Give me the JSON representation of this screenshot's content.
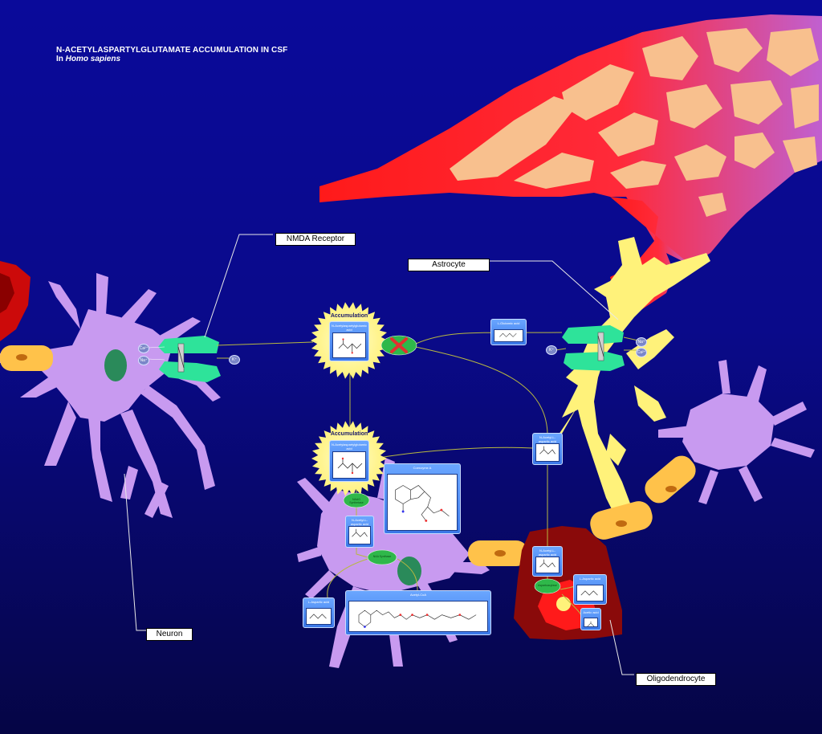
{
  "title": {
    "line1": "N-ACETYLASPARTYLGLUTAMATE ACCUMULATION IN CSF",
    "line2_prefix": "In ",
    "line2_species": "Homo sapiens"
  },
  "labels": {
    "nmda_receptor": "NMDA Receptor",
    "astrocyte": "Astrocyte",
    "neuron": "Neuron",
    "oligodendrocyte": "Oligodendrocyte"
  },
  "accumulation": {
    "top": "Accumulation",
    "bottom": "Accumulation"
  },
  "ions": {
    "left_ca": "Ca²⁺",
    "left_na": "Na⁺",
    "left_k": "K⁺",
    "right_na": "Na⁺",
    "right_ca": "Ca²⁺",
    "right_k": "K⁺"
  },
  "molecules": {
    "naag_top": "N-Acetylaspartylglutamic acid",
    "naag_bottom": "N-Acetylaspartylglutamic acid",
    "glutamic_acid": "L-Glutamic acid",
    "naa_mid": "N-Acetyl-L-aspartic acid",
    "naa_left": "N-Acetyl-L-aspartic acid",
    "naa_oligo": "N-Acetyl-L-aspartic acid",
    "coa_top": "Coenzyme A",
    "l_aspartic_left": "L-Aspartic acid",
    "acetyl_coa": "Acetyl-CoA",
    "l_aspartic_oligo": "L-Aspartic acid",
    "acetic_acid": "Acetic acid"
  },
  "enzymes": {
    "naag_synthetase": "NAAG Synthetase",
    "naa_synthase": "NAA Synthase",
    "aspartoacylase": "Aspartoacylase"
  },
  "colors": {
    "background_top": "#0a0a9a",
    "neuron": "#c89af0",
    "astrocyte": "#fff27a",
    "receptor": "#2ee39a",
    "vessel_red": "#ff1a1a",
    "vessel_tissue": "#f8c08e",
    "oligodendrocyte": "#8a0a0a",
    "myelin": "#ffc24a",
    "accumulation_burst": "#fff7a6"
  }
}
